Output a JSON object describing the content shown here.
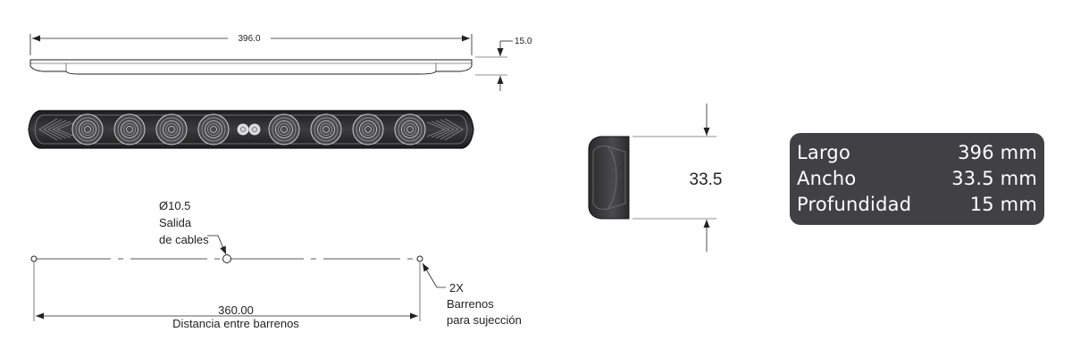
{
  "dimensions": {
    "length_label": "396.0",
    "depth_label": "15.0",
    "hole_diameter": "Ø10.5",
    "cable_exit_line1": "Salida",
    "cable_exit_line2": "de cables",
    "hole_count": "2X",
    "mount_holes_line1": "Barrenos",
    "mount_holes_line2": "para sujección",
    "hole_spacing": "360.00",
    "hole_spacing_caption": "Distancia entre barrenos",
    "width_label": "33.5"
  },
  "specs": [
    {
      "label": "Largo",
      "value": "396 mm"
    },
    {
      "label": "Ancho",
      "value": "33.5 mm"
    },
    {
      "label": "Profundidad",
      "value": "15 mm"
    }
  ],
  "colors": {
    "line": "#222222",
    "body": "#3a3a3c",
    "lens": "#5a5a5e",
    "card": "#414144"
  }
}
